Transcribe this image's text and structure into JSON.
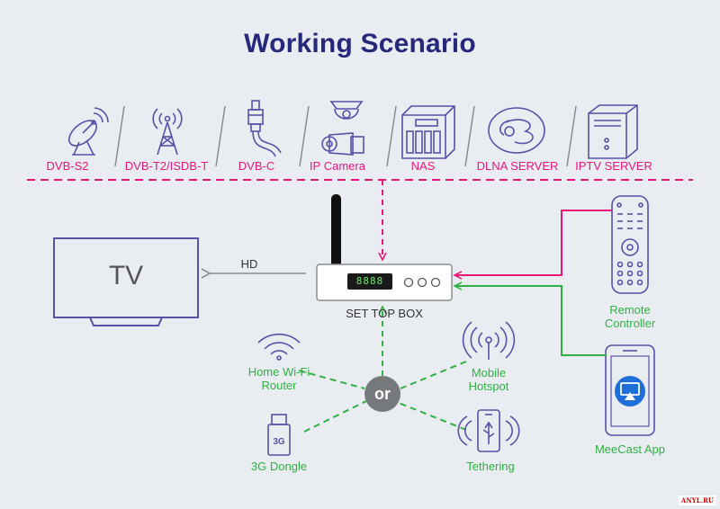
{
  "title": "Working Scenario",
  "sources": [
    {
      "name": "satellite-dish-icon",
      "label": "DVB-S2"
    },
    {
      "name": "antenna-tower-icon",
      "label": "DVB-T2/ISDB-T"
    },
    {
      "name": "coax-cable-icon",
      "label": "DVB-C"
    },
    {
      "name": "ip-camera-icon",
      "label": "IP Camera"
    },
    {
      "name": "nas-icon",
      "label": "NAS"
    },
    {
      "name": "dlna-icon",
      "label": "DLNA SERVER"
    },
    {
      "name": "server-tower-icon",
      "label": "IPTV SERVER"
    }
  ],
  "tv": {
    "label": "TV",
    "link_label": "HD"
  },
  "stb": {
    "label": "SET TOP BOX",
    "display": "8888"
  },
  "remote": {
    "label_line1": "Remote",
    "label_line2": "Controller"
  },
  "app": {
    "label": "MeeCast App"
  },
  "network": {
    "center": "or",
    "wifi": {
      "line1": "Home Wi-Fi",
      "line2": "Router"
    },
    "hotspot": {
      "line1": "Mobile",
      "line2": "Hotspot"
    },
    "dongle": {
      "label": "3G Dongle",
      "badge": "3G"
    },
    "tethering": {
      "label": "Tethering"
    }
  },
  "watermark": "ANYL.RU",
  "colors": {
    "title": "#26297a",
    "magenta": "#e6177a",
    "green": "#2fb043",
    "icon_stroke": "#5b4fa8",
    "gray": "#8a8d90"
  }
}
